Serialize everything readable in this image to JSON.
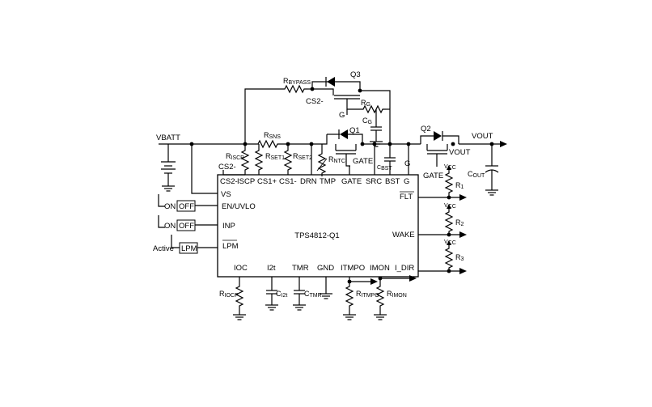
{
  "chip": {
    "name": "TPS4812-Q1",
    "top_pins": [
      "CS2-",
      "ISCP",
      "CS1+",
      "CS1-",
      "DRN",
      "TMP",
      "GATE",
      "SRC",
      "BST",
      "G"
    ],
    "left_pins": [
      "VS",
      "EN/UVLO",
      "INP",
      "LPM"
    ],
    "right_pins": [
      "FLT",
      "WAKE",
      "I_DIR"
    ],
    "bottom_pins": [
      "IOC",
      "I2t",
      "TMR",
      "GND",
      "ITMPO",
      "IMON"
    ]
  },
  "nets": {
    "vbatt": "VBATT",
    "vout": "VOUT",
    "vout2": "VOUT",
    "cs2_top": "CS2-",
    "cs2_side": "CS2-",
    "gate_label": "GATE",
    "gate_right": "GATE",
    "g_upper": "G",
    "g_right": "G"
  },
  "transistors": {
    "q1": "Q1",
    "q2": "Q2",
    "q3": "Q3"
  },
  "inputs": {
    "en_on": "ON",
    "en_off": "OFF",
    "inp_on": "ON",
    "inp_off": "OFF",
    "lpm_active": "Active",
    "lpm_label": "LPM"
  },
  "components": {
    "r_bypass": {
      "main": "R",
      "sub": "BYPASS"
    },
    "r_g": {
      "main": "R",
      "sub": "G"
    },
    "c_g": {
      "main": "C",
      "sub": "G"
    },
    "r_sns": {
      "main": "R",
      "sub": "SNS"
    },
    "r_iscp": {
      "main": "R",
      "sub": "ISCP"
    },
    "r_set1": {
      "main": "R",
      "sub": "SET1"
    },
    "r_set2": {
      "main": "R",
      "sub": "SET2"
    },
    "r_ntc": {
      "main": "R",
      "sub": "NTC"
    },
    "c_bst": {
      "main": "C",
      "sub": "BST"
    },
    "c_out": {
      "main": "C",
      "sub": "OUT"
    },
    "r1": {
      "main": "R",
      "sub": "1"
    },
    "r2": {
      "main": "R",
      "sub": "2"
    },
    "r3": {
      "main": "R",
      "sub": "3"
    },
    "vcc1": {
      "main": "V",
      "sub": "CC"
    },
    "vcc2": {
      "main": "V",
      "sub": "CC"
    },
    "vcc3": {
      "main": "V",
      "sub": "CC"
    },
    "r_ioc": {
      "main": "R",
      "sub": "IOCP"
    },
    "c_i2t": {
      "main": "C",
      "sub": "I2t"
    },
    "c_tmr": {
      "main": "C",
      "sub": "TMR"
    },
    "r_itmpo": {
      "main": "R",
      "sub": "ITMPO"
    },
    "r_imon": {
      "main": "R",
      "sub": "IMON"
    }
  }
}
